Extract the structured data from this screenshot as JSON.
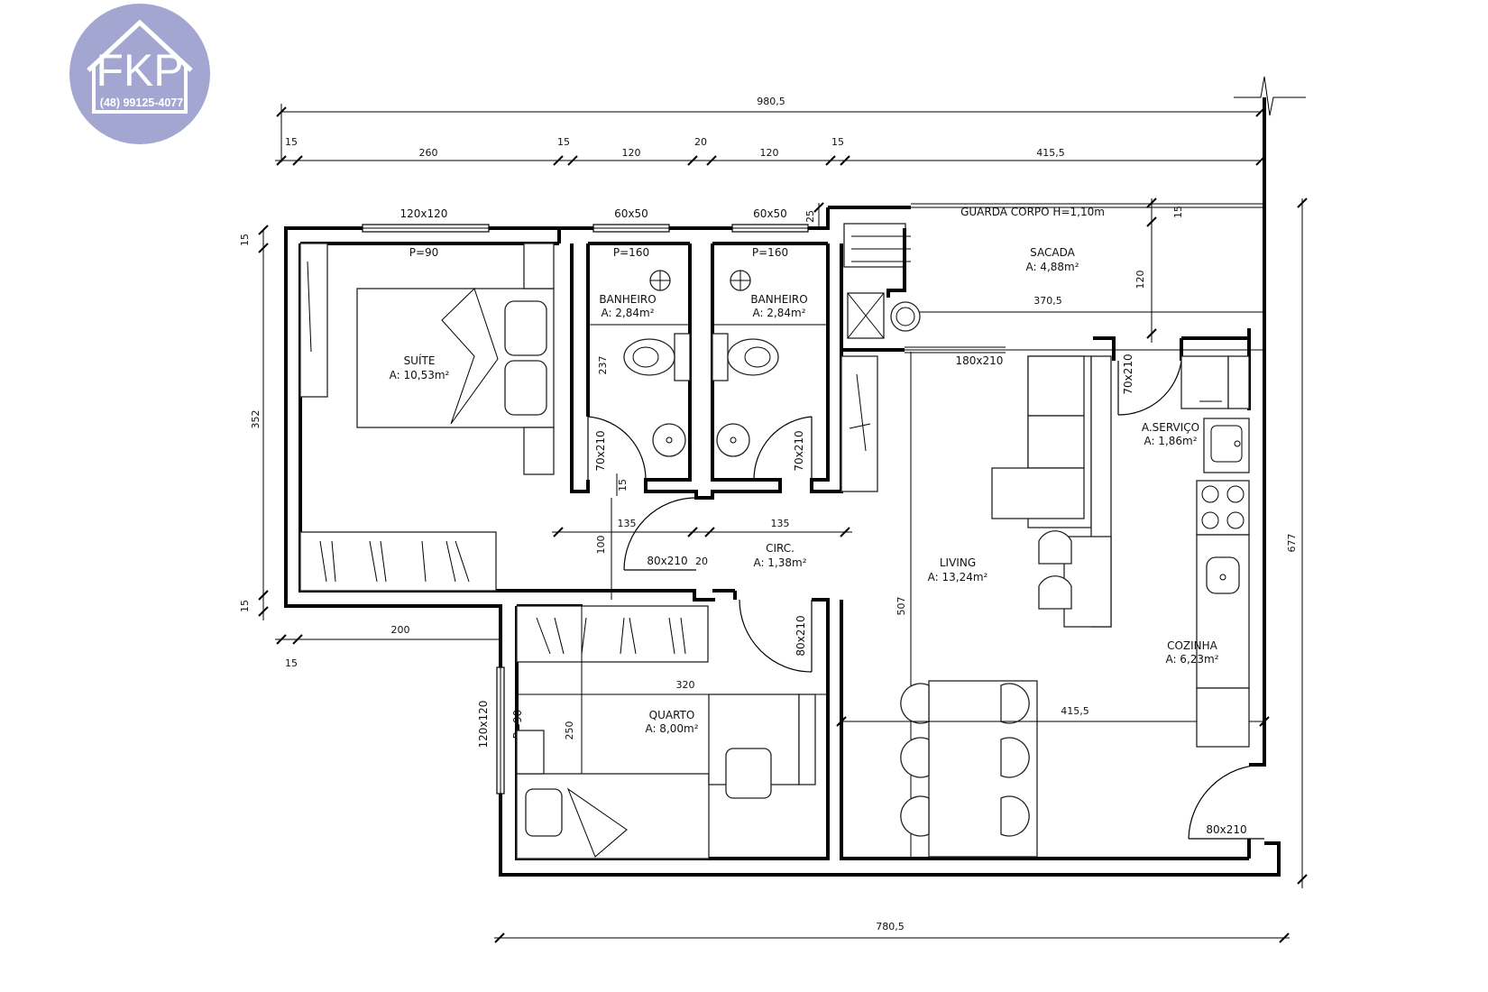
{
  "logo": {
    "brand": "FKP",
    "phone": "(48) 99125-4077",
    "color": "#a3a6d1"
  },
  "rooms": {
    "suite": {
      "name": "SUÍTE",
      "area": "A: 10,53m²"
    },
    "banheiro1": {
      "name": "BANHEIRO",
      "area": "A: 2,84m²"
    },
    "banheiro2": {
      "name": "BANHEIRO",
      "area": "A: 2,84m²"
    },
    "sacada": {
      "name": "SACADA",
      "area": "A: 4,88m²"
    },
    "servico": {
      "name": "A.SERVIÇO",
      "area": "A: 1,86m²"
    },
    "circ": {
      "name": "CIRC.",
      "area": "A: 1,38m²"
    },
    "living": {
      "name": "LIVING",
      "area": "A: 13,24m²"
    },
    "cozinha": {
      "name": "COZINHA",
      "area": "A: 6,23m²"
    },
    "quarto": {
      "name": "QUARTO",
      "area": "A: 8,00m²"
    }
  },
  "labels": {
    "guarda_corpo": "GUARDA CORPO H=1,10m",
    "win_suite": "120x120",
    "win_ban1": "60x50",
    "win_ban2": "60x50",
    "win_quarto": "120x120",
    "p_suite": "P=90",
    "p_ban1": "P=160",
    "p_ban2": "P=160",
    "p_quarto": "P=90",
    "door_living": "180x210",
    "door_ban1": "70x210",
    "door_ban2": "70x210",
    "door_servico": "70x210",
    "door_circ": "80x210",
    "door_quarto": "80x210",
    "door_entrada": "80x210"
  },
  "dimensions": {
    "total_top": "980,5",
    "t15a": "15",
    "t260": "260",
    "t15b": "15",
    "t120a": "120",
    "t20": "20",
    "t120b": "120",
    "t15c": "15",
    "t415": "415,5",
    "left352": "352",
    "left15a": "15",
    "left15b": "15",
    "d200": "200",
    "d15bottom": "15",
    "bottom_total": "780,5",
    "right677": "677",
    "sac25": "25",
    "sac15": "15",
    "sac120": "120",
    "sac3705": "370,5",
    "ban237": "237",
    "ban15": "15",
    "circ135a": "135",
    "circ135b": "135",
    "circ100": "100",
    "circ20": "20",
    "quarto320": "320",
    "quarto250": "250",
    "living507": "507",
    "living415": "415,5"
  }
}
